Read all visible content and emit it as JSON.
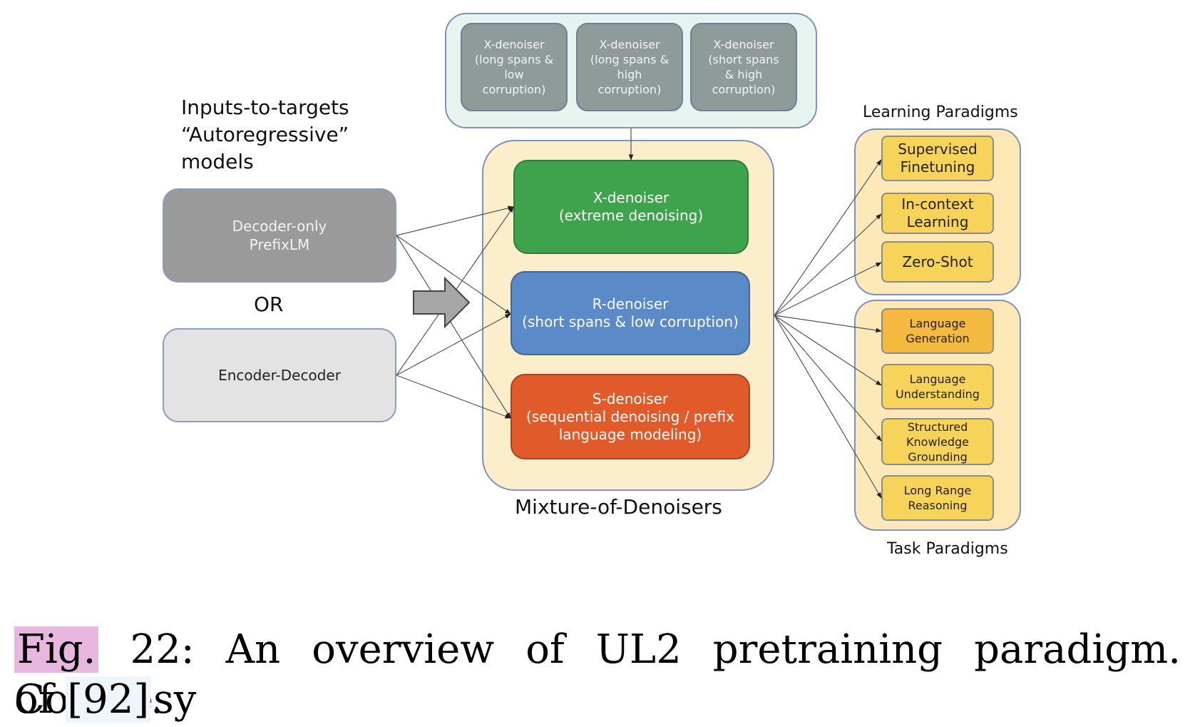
{
  "diagram": {
    "top_denoisers": [
      "X-denoiser\n(long spans &\nlow\ncorruption)",
      "X-denoiser\n(long spans &\nhigh\ncorruption)",
      "X-denoiser\n(short spans\n& high\ncorruption)"
    ],
    "inputs_heading": "Inputs-to-targets\n“Autoregressive”\nmodels",
    "decoder_only": "Decoder-only\nPrefixLM",
    "or_label": "OR",
    "encoder_decoder": "Encoder-Decoder",
    "x_denoiser": "X-denoiser\n(extreme denoising)",
    "r_denoiser": "R-denoiser\n(short spans & low corruption)",
    "s_denoiser": "S-denoiser\n(sequential denoising / prefix\nlanguage modeling)",
    "mixture_label": "Mixture-of-Denoisers",
    "learning_title": "Learning Paradigms",
    "learning_items": [
      "Supervised\nFinetuning",
      "In-context\nLearning",
      "Zero-Shot"
    ],
    "task_title": "Task Paradigms",
    "task_items": [
      "Language\nGeneration",
      "Language\nUnderstanding",
      "Structured\nKnowledge\nGrounding",
      "Long Range\nReasoning"
    ],
    "colors": {
      "x_denoiser": "#3fa34d",
      "r_denoiser": "#5b8ac8",
      "s_denoiser": "#e05a2a",
      "mixture_bg": "#fdeecb",
      "top_bg": "#e6f3ef",
      "paradigm_bg": "#fde9b8"
    }
  },
  "caption": {
    "fig": "Fig.",
    "text": " 22: An overview of UL2 pretraining paradigm. Courtesy of ",
    "cite": "[92]",
    "end": "."
  }
}
